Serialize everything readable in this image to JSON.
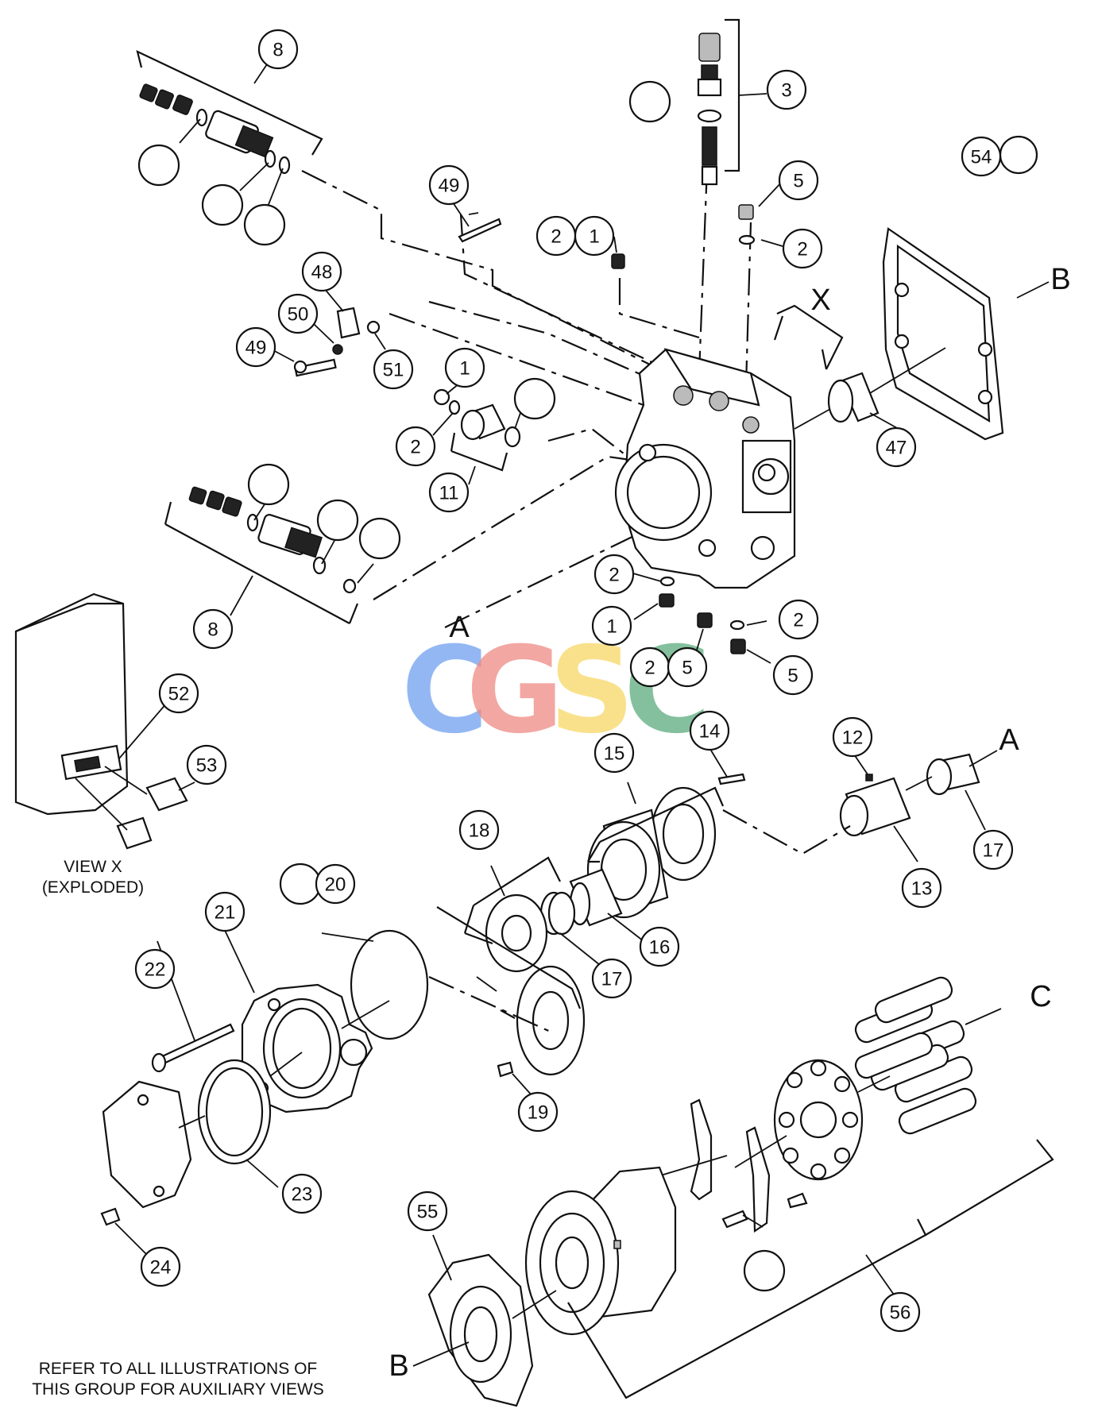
{
  "callouts": [
    {
      "id": "c8a",
      "label": "8"
    },
    {
      "id": "c3",
      "label": "3"
    },
    {
      "id": "c54",
      "label": "54"
    },
    {
      "id": "c49a",
      "label": "49"
    },
    {
      "id": "c2a",
      "label": "2"
    },
    {
      "id": "c1a",
      "label": "1"
    },
    {
      "id": "c5a",
      "label": "5"
    },
    {
      "id": "c2b",
      "label": "2"
    },
    {
      "id": "c48",
      "label": "48"
    },
    {
      "id": "c50",
      "label": "50"
    },
    {
      "id": "c49b",
      "label": "49"
    },
    {
      "id": "c51",
      "label": "51"
    },
    {
      "id": "c1b",
      "label": "1"
    },
    {
      "id": "c2c",
      "label": "2"
    },
    {
      "id": "c11",
      "label": "11"
    },
    {
      "id": "c47",
      "label": "47"
    },
    {
      "id": "c8b",
      "label": "8"
    },
    {
      "id": "c2d",
      "label": "2"
    },
    {
      "id": "c1c",
      "label": "1"
    },
    {
      "id": "c2e",
      "label": "2"
    },
    {
      "id": "c2f",
      "label": "2"
    },
    {
      "id": "c5b",
      "label": "5"
    },
    {
      "id": "c5c",
      "label": "5"
    },
    {
      "id": "c52",
      "label": "52"
    },
    {
      "id": "c53",
      "label": "53"
    },
    {
      "id": "c14",
      "label": "14"
    },
    {
      "id": "c15",
      "label": "15"
    },
    {
      "id": "c12",
      "label": "12"
    },
    {
      "id": "c17a",
      "label": "17"
    },
    {
      "id": "c13",
      "label": "13"
    },
    {
      "id": "c18",
      "label": "18"
    },
    {
      "id": "c16",
      "label": "16"
    },
    {
      "id": "c17b",
      "label": "17"
    },
    {
      "id": "c20",
      "label": "20"
    },
    {
      "id": "c21",
      "label": "21"
    },
    {
      "id": "c22",
      "label": "22"
    },
    {
      "id": "c19",
      "label": "19"
    },
    {
      "id": "c23",
      "label": "23"
    },
    {
      "id": "c24",
      "label": "24"
    },
    {
      "id": "c55",
      "label": "55"
    },
    {
      "id": "c56",
      "label": "56"
    }
  ],
  "letters": {
    "b_top": "B",
    "x": "X",
    "a_left": "A",
    "a_right": "A",
    "c": "C",
    "b_bottom": "B"
  },
  "view_x": {
    "line1": "VIEW X",
    "line2": "(EXPLODED)"
  },
  "note": {
    "line1": "REFER TO ALL ILLUSTRATIONS OF",
    "line2": "THIS GROUP FOR AUXILIARY VIEWS"
  },
  "watermark": {
    "letters": [
      {
        "char": "C",
        "color": "#6f9ff0"
      },
      {
        "char": "G",
        "color": "#ee8a84"
      },
      {
        "char": "S",
        "color": "#f7d766"
      },
      {
        "char": "C",
        "color": "#5cab7d"
      }
    ]
  }
}
